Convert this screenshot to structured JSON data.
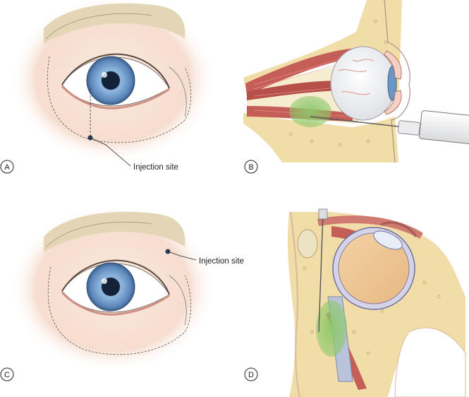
{
  "panels": [
    {
      "letter": "A",
      "callout": "Injection site"
    },
    {
      "letter": "B"
    },
    {
      "letter": "C",
      "callout": "Injection site"
    },
    {
      "letter": "D"
    }
  ],
  "colors": {
    "skin": "#f7e2d6",
    "brow": "#e3d5b5",
    "iris": "#6b97c7",
    "bone": "#f1dda8",
    "muscle": "#c65e58",
    "anesthetic": "#8cc86a"
  }
}
